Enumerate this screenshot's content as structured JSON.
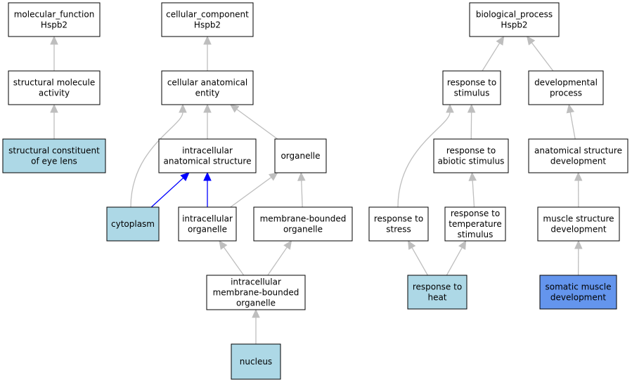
{
  "colors": {
    "plain": "#ffffff",
    "annotated": "#add8e6",
    "focus": "#6495ed",
    "edge_default": "#bebebe",
    "edge_highlight": "#0000ff"
  },
  "nodes": [
    {
      "id": "mf",
      "lines": [
        "molecular_function",
        "Hspb2"
      ],
      "style": "plain"
    },
    {
      "id": "sma",
      "lines": [
        "structural molecule",
        "activity"
      ],
      "style": "plain"
    },
    {
      "id": "scel",
      "lines": [
        "structural constituent",
        "of eye lens"
      ],
      "style": "annotated"
    },
    {
      "id": "cc",
      "lines": [
        "cellular_component",
        "Hspb2"
      ],
      "style": "plain"
    },
    {
      "id": "cae",
      "lines": [
        "cellular anatomical",
        "entity"
      ],
      "style": "plain"
    },
    {
      "id": "ias",
      "lines": [
        "intracellular",
        "anatomical structure"
      ],
      "style": "plain"
    },
    {
      "id": "org",
      "lines": [
        "organelle"
      ],
      "style": "plain"
    },
    {
      "id": "cyto",
      "lines": [
        "cytoplasm"
      ],
      "style": "annotated"
    },
    {
      "id": "io",
      "lines": [
        "intracellular",
        "organelle"
      ],
      "style": "plain"
    },
    {
      "id": "mbo",
      "lines": [
        "membrane-bounded",
        "organelle"
      ],
      "style": "plain"
    },
    {
      "id": "imbo",
      "lines": [
        "intracellular",
        "membrane-bounded",
        "organelle"
      ],
      "style": "plain"
    },
    {
      "id": "nuc",
      "lines": [
        "nucleus"
      ],
      "style": "annotated"
    },
    {
      "id": "bp",
      "lines": [
        "biological_process",
        "Hspb2"
      ],
      "style": "plain"
    },
    {
      "id": "rts",
      "lines": [
        "response to",
        "stimulus"
      ],
      "style": "plain"
    },
    {
      "id": "dp",
      "lines": [
        "developmental",
        "process"
      ],
      "style": "plain"
    },
    {
      "id": "ras",
      "lines": [
        "response to",
        "abiotic stimulus"
      ],
      "style": "plain"
    },
    {
      "id": "asd",
      "lines": [
        "anatomical structure",
        "development"
      ],
      "style": "plain"
    },
    {
      "id": "rtstress",
      "lines": [
        "response to",
        "stress"
      ],
      "style": "plain"
    },
    {
      "id": "rtts",
      "lines": [
        "response to",
        "temperature",
        "stimulus"
      ],
      "style": "plain"
    },
    {
      "id": "msd",
      "lines": [
        "muscle structure",
        "development"
      ],
      "style": "plain"
    },
    {
      "id": "rth",
      "lines": [
        "response to",
        "heat"
      ],
      "style": "annotated"
    },
    {
      "id": "smd",
      "lines": [
        "somatic muscle",
        "development"
      ],
      "style": "focus"
    }
  ],
  "edges": [
    {
      "from": "sma",
      "to": "mf",
      "style": "default"
    },
    {
      "from": "scel",
      "to": "sma",
      "style": "default"
    },
    {
      "from": "cae",
      "to": "cc",
      "style": "default"
    },
    {
      "from": "ias",
      "to": "cae",
      "style": "default"
    },
    {
      "from": "org",
      "to": "cae",
      "style": "default"
    },
    {
      "from": "cyto",
      "to": "cae",
      "style": "default"
    },
    {
      "from": "cyto",
      "to": "ias",
      "style": "highlight"
    },
    {
      "from": "io",
      "to": "ias",
      "style": "highlight"
    },
    {
      "from": "io",
      "to": "org",
      "style": "default"
    },
    {
      "from": "mbo",
      "to": "org",
      "style": "default"
    },
    {
      "from": "imbo",
      "to": "io",
      "style": "default"
    },
    {
      "from": "imbo",
      "to": "mbo",
      "style": "default"
    },
    {
      "from": "nuc",
      "to": "imbo",
      "style": "default"
    },
    {
      "from": "rts",
      "to": "bp",
      "style": "default"
    },
    {
      "from": "dp",
      "to": "bp",
      "style": "default"
    },
    {
      "from": "ras",
      "to": "rts",
      "style": "default"
    },
    {
      "from": "rtstress",
      "to": "rts",
      "style": "default"
    },
    {
      "from": "rtts",
      "to": "ras",
      "style": "default"
    },
    {
      "from": "rth",
      "to": "rtstress",
      "style": "default"
    },
    {
      "from": "rth",
      "to": "rtts",
      "style": "default"
    },
    {
      "from": "asd",
      "to": "dp",
      "style": "default"
    },
    {
      "from": "msd",
      "to": "asd",
      "style": "default"
    },
    {
      "from": "smd",
      "to": "msd",
      "style": "default"
    }
  ]
}
